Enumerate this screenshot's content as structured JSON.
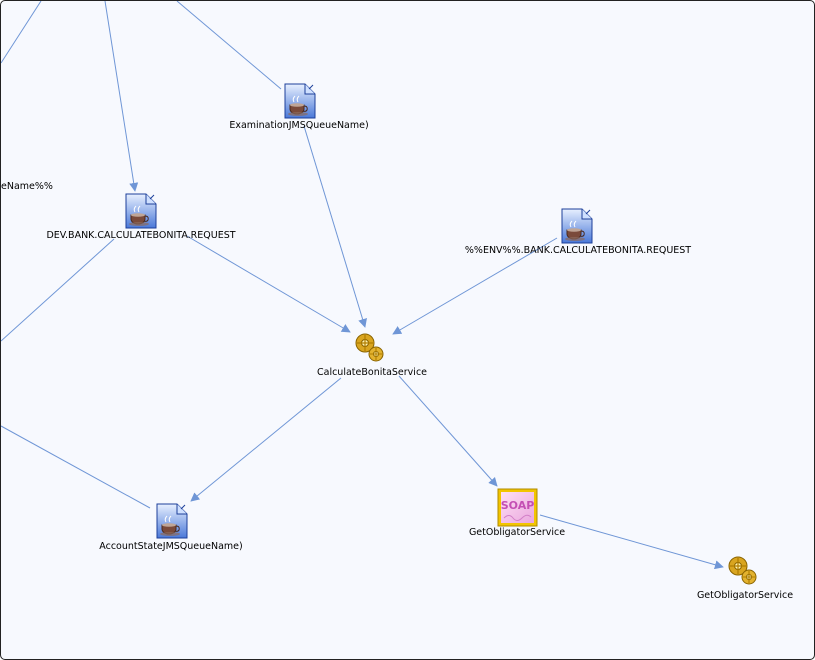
{
  "diagram": {
    "edge_color": "#6f96d6",
    "nodes": {
      "examination": {
        "label": "ExaminationJMSQueueName)",
        "icon": "jms-queue-doc-icon"
      },
      "dev_bank": {
        "label": "DEV.BANK.CALCULATEBONITA.REQUEST",
        "icon": "jms-queue-doc-icon"
      },
      "env_bank": {
        "label": "%%ENV%%.BANK.CALCULATEBONITA.REQUEST",
        "icon": "jms-queue-doc-icon"
      },
      "calc_service": {
        "label": "CalculateBonitaService",
        "icon": "service-gear-icon"
      },
      "account_state": {
        "label": "AccountStateJMSQueueName)",
        "icon": "jms-queue-doc-icon"
      },
      "get_obligator_soap": {
        "label": "GetObligatorService",
        "icon": "soap-service-icon",
        "badge": "SOAP"
      },
      "get_obligator_service": {
        "label": "GetObligatorService",
        "icon": "service-gear-icon"
      },
      "left_partial": {
        "label": "eName%%"
      }
    }
  }
}
